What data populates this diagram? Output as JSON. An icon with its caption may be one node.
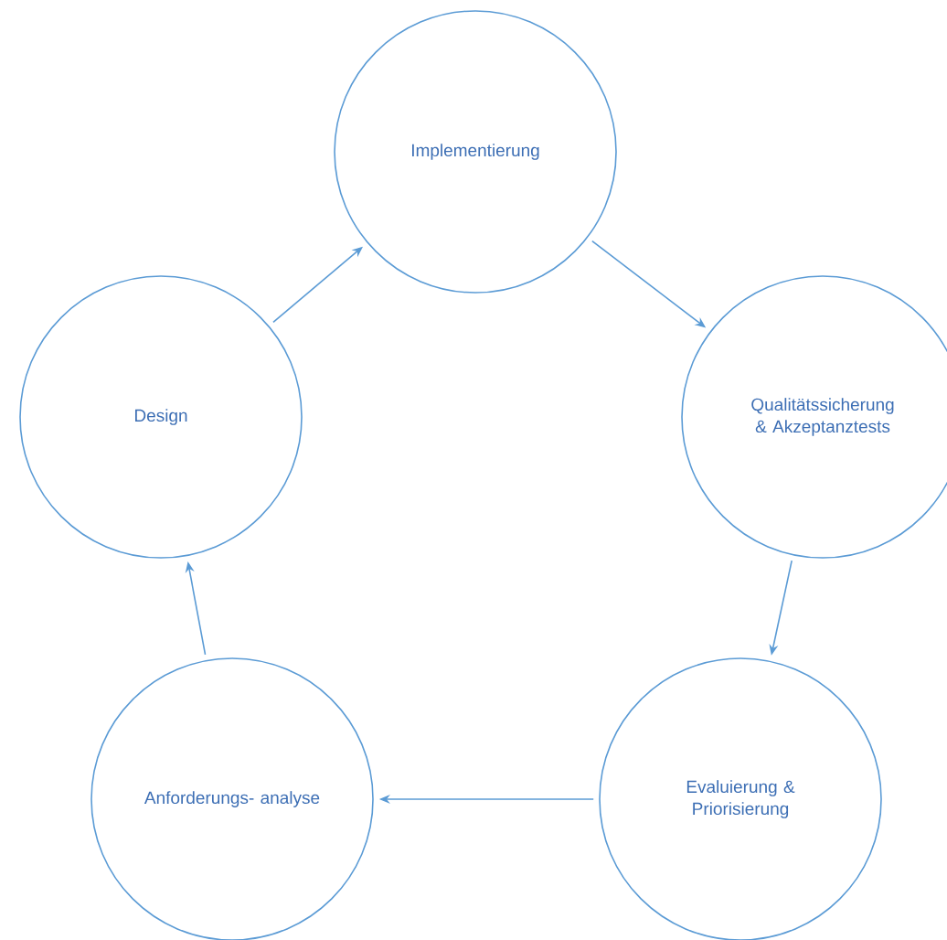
{
  "diagram": {
    "nodes": [
      {
        "text": [
          "Implementierung"
        ]
      },
      {
        "text": [
          "Design"
        ]
      },
      {
        "text": [
          "Qualitätssicherung & Akzeptanztests"
        ]
      },
      {
        "text": [
          "Anforderungs- analyse"
        ]
      },
      {
        "text": [
          "Evaluierung & Priorisierung"
        ]
      }
    ],
    "edges": [
      {
        "from": 0,
        "to": 2,
        "arrow": "to"
      },
      {
        "from": 2,
        "to": 4,
        "arrow": "to"
      },
      {
        "from": 4,
        "to": 3,
        "arrow": "to"
      },
      {
        "from": 3,
        "to": 1,
        "arrow": "to"
      },
      {
        "from": 1,
        "to": 0,
        "arrow": "to"
      }
    ]
  }
}
